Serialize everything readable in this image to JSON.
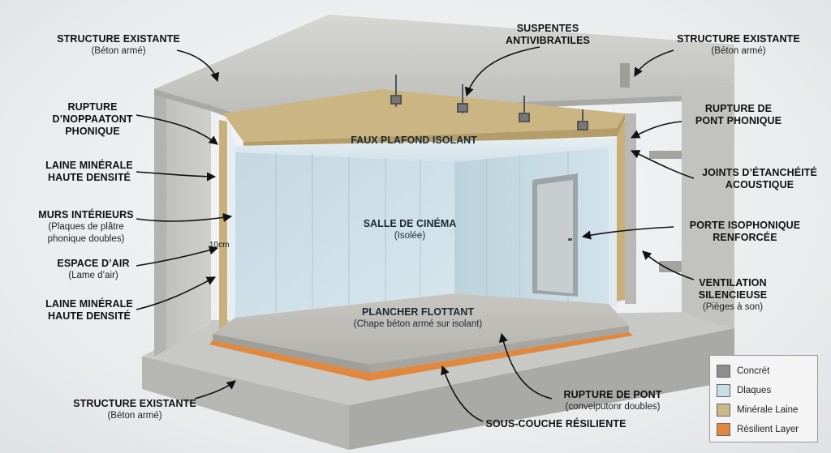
{
  "labels": {
    "existing_top_left": {
      "title": "STRUCTURE EXISTANTE",
      "sub": "(Béton armé)"
    },
    "suspensions": {
      "title": "SUSPENTES",
      "title2": "ANTIVIBRATILES"
    },
    "existing_top_right": {
      "title": "STRUCTURE EXISTANTE",
      "sub": "(Béton armé)"
    },
    "rupture_left": {
      "title": "RUPTURE",
      "title2": "D’NOPPAATONT",
      "title3": "PHONIQUE"
    },
    "rupture_right": {
      "title": "RUPTURE DE",
      "title2": "PONT PHONIQUE"
    },
    "wool_left_1": {
      "title": "LAINE MINÉRALE",
      "title2": "HAUTE DENSITÉ"
    },
    "joints": {
      "title": "JOINTS D’ÉTANCHÉITÉ",
      "title2": "ACOUSTIQUE"
    },
    "inner_walls": {
      "title": "MURS INTÉRIEURS",
      "sub": "(Plaques de plâtre",
      "sub2": "phonique doubles)"
    },
    "door": {
      "title": "PORTE ISOPHONIQUE",
      "title2": "RENFORCÉE"
    },
    "air_gap": {
      "title": "ESPACE D’AIR",
      "sub": "(Lame d’air)"
    },
    "ventilation": {
      "title": "VENTILATION",
      "title2": "SILENCIEUSE",
      "sub": "(Pièges à son)"
    },
    "wool_left_2": {
      "title": "LAINE MINÉRALE",
      "title2": "HAUTE DENSITÉ"
    },
    "existing_bottom": {
      "title": "STRUCTURE EXISTANTE",
      "sub": "(Béton armé)"
    },
    "rupture_bottom": {
      "title": "RUPTURE DE PONT",
      "sub": "(conveiputonr doubles)"
    },
    "underlay": {
      "title": "SOUS-COUCHE RÉSILIENTE"
    }
  },
  "room": {
    "ceiling": "FAUX PLAFOND ISOLANT",
    "cinema_title": "SALLE DE CINÉMA",
    "cinema_sub": "(Isolée)",
    "floor_title": "PLANCHER FLOTTANT",
    "floor_sub": "(Chape béton armé sur isolant)",
    "gap_dimension": "10cm"
  },
  "legend": [
    {
      "label": "Concrét",
      "color": "#8e8e8e"
    },
    {
      "label": "Dlaques",
      "color": "#c9dde6"
    },
    {
      "label": "Minérale Laine",
      "color": "#c9b98c"
    },
    {
      "label": "Résilient Layer",
      "color": "#e0883e"
    }
  ],
  "colors": {
    "concrete": "#c9c9c6",
    "concrete_dark": "#a9a9a5",
    "plaster": "#cfe0e8",
    "wool": "#c9b07a",
    "resilient": "#e0883e"
  }
}
